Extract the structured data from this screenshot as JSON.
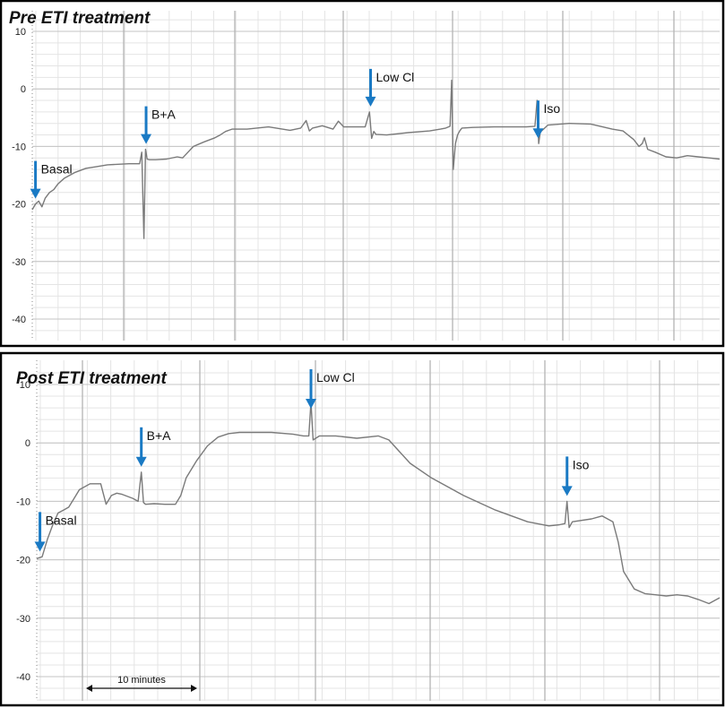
{
  "chart_data": [
    {
      "type": "line",
      "title": "Pre ETI treatment",
      "xlabel": "",
      "ylabel": "",
      "ylim": [
        -45,
        12
      ],
      "yticks": [
        10,
        0,
        -10,
        -20,
        -30,
        -40
      ],
      "grid": true,
      "x_unit": "minutes",
      "xlim": [
        0,
        64
      ],
      "series": [
        {
          "x": [
            0,
            0.3,
            0.6,
            0.9,
            1.2,
            1.6,
            2.0,
            2.4,
            3.0,
            4.0,
            5.0,
            6.0,
            7.0,
            8.0,
            9.0,
            10.0,
            10.2,
            10.4,
            10.55,
            10.7,
            10.9,
            11.5,
            12.5,
            13.5,
            14.0,
            14.5,
            15.0,
            16.0,
            17.0,
            17.5,
            18.0,
            18.3,
            18.6,
            19.0,
            20.0,
            22.0,
            24.0,
            25.0,
            25.5,
            25.8,
            26.1,
            27.0,
            28.0,
            28.5,
            29.0,
            30.0,
            31.0,
            31.4,
            31.6,
            31.8,
            32.0,
            33.0,
            35.0,
            37.0,
            38.0,
            38.5,
            38.9,
            39.05,
            39.2,
            39.4,
            39.6,
            39.8,
            40.0,
            41.0,
            43.0,
            45.0,
            46.0,
            46.8,
            47.0,
            47.15,
            47.3,
            47.6,
            48.0,
            50.0,
            52.0,
            54.0,
            55.0,
            56.0,
            56.5,
            56.8,
            57.0,
            57.3,
            58.0,
            59.0,
            60.0,
            61.0,
            62.0,
            63.0,
            64.0
          ],
          "y": [
            -21,
            -20,
            -19.5,
            -20.5,
            -19,
            -18,
            -17.5,
            -16.5,
            -15.5,
            -14.5,
            -13.8,
            -13.5,
            -13.2,
            -13.1,
            -13.0,
            -13.0,
            -11,
            -26,
            -10.5,
            -12.2,
            -12.3,
            -12.3,
            -12.2,
            -11.8,
            -12.0,
            -11.0,
            -10.0,
            -9.2,
            -8.5,
            -8.0,
            -7.4,
            -7.2,
            -7.0,
            -7.0,
            -7.0,
            -6.6,
            -7.2,
            -6.8,
            -5.5,
            -7.3,
            -6.8,
            -6.4,
            -7.0,
            -5.6,
            -6.6,
            -6.6,
            -6.6,
            -4.0,
            -8.6,
            -7.4,
            -7.9,
            -8.0,
            -7.6,
            -7.3,
            -7.0,
            -6.8,
            -6.5,
            1.5,
            -14,
            -9.5,
            -8.0,
            -7.3,
            -6.8,
            -6.7,
            -6.6,
            -6.6,
            -6.6,
            -6.5,
            -2.0,
            -9.5,
            -7.5,
            -7.0,
            -6.3,
            -6.0,
            -6.1,
            -7.0,
            -7.3,
            -8.8,
            -10.0,
            -9.5,
            -8.5,
            -10.5,
            -11.0,
            -11.8,
            -12.0,
            -11.6,
            -11.8,
            -12.0,
            -12.2
          ]
        }
      ],
      "annotations": [
        {
          "label": "Basal",
          "x": 0.3
        },
        {
          "label": "B+A",
          "x": 10.6
        },
        {
          "label": "Low Cl",
          "x": 31.5
        },
        {
          "label": "Iso",
          "x": 47.1
        }
      ]
    },
    {
      "type": "line",
      "title": "Post ETI treatment",
      "xlabel": "",
      "ylabel": "",
      "ylim": [
        -46,
        12
      ],
      "yticks": [
        10,
        0,
        -10,
        -20,
        -30,
        -40
      ],
      "grid": true,
      "x_unit": "minutes",
      "xlim": [
        0,
        64
      ],
      "series": [
        {
          "x": [
            0,
            0.5,
            1.0,
            1.5,
            2.0,
            2.5,
            3.0,
            3.5,
            4.0,
            5.0,
            6.0,
            6.5,
            7.0,
            7.5,
            8.0,
            9.0,
            9.5,
            9.8,
            10.0,
            10.2,
            11.0,
            12.0,
            13.0,
            13.5,
            14.0,
            15.0,
            16.0,
            17.0,
            18.0,
            19.0,
            20.0,
            22.0,
            24.0,
            25.0,
            25.5,
            25.7,
            25.9,
            26.5,
            28.0,
            30.0,
            32.0,
            33.0,
            34.0,
            35.0,
            37.0,
            40.0,
            43.0,
            46.0,
            48.0,
            49.0,
            49.5,
            49.7,
            49.9,
            50.2,
            52.0,
            53.0,
            54.0,
            54.5,
            55.0,
            56.0,
            57.0,
            58.0,
            59.0,
            60.0,
            61.0,
            62.0,
            63.0,
            64.0
          ],
          "y": [
            -19.8,
            -19.5,
            -16.5,
            -14.0,
            -12.0,
            -11.5,
            -11.0,
            -9.5,
            -8.0,
            -7.0,
            -7.0,
            -10.5,
            -9.0,
            -8.6,
            -8.8,
            -9.5,
            -10.0,
            -5.0,
            -10.2,
            -10.5,
            -10.4,
            -10.5,
            -10.5,
            -9.0,
            -6.0,
            -3.0,
            -0.5,
            1.0,
            1.6,
            1.8,
            1.8,
            1.8,
            1.5,
            1.2,
            1.2,
            7.0,
            0.5,
            1.2,
            1.2,
            0.8,
            1.2,
            0.5,
            -1.5,
            -3.5,
            -6.0,
            -9.0,
            -11.5,
            -13.5,
            -14.2,
            -14.0,
            -13.8,
            -10.0,
            -14.5,
            -13.5,
            -13.0,
            -12.5,
            -13.5,
            -17.0,
            -22.0,
            -25.0,
            -25.8,
            -26.0,
            -26.2,
            -26.0,
            -26.2,
            -26.8,
            -27.5,
            -26.5
          ]
        }
      ],
      "annotations": [
        {
          "label": "Basal",
          "x": 0.3
        },
        {
          "label": "B+A",
          "x": 9.8
        },
        {
          "label": "Low Cl",
          "x": 25.7
        },
        {
          "label": "Iso",
          "x": 49.7
        }
      ],
      "scale_bar": {
        "label": "10 minutes",
        "minutes": 10
      }
    }
  ]
}
